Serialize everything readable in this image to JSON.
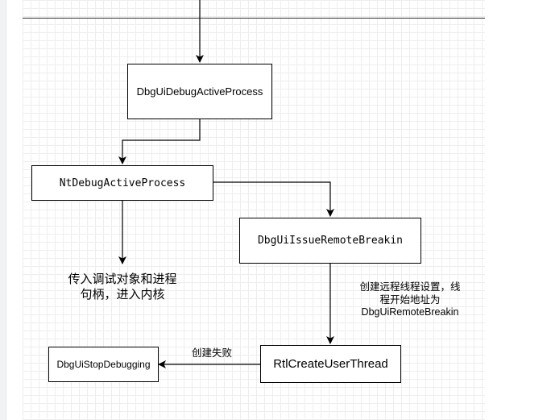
{
  "nodes": {
    "dbgui_debug_active_process": "DbgUiDebugActiveProcess",
    "nt_debug_active_process": "NtDebugActiveProcess",
    "dbgui_issue_remote_breakin": "DbgUiIssueRemoteBreakin",
    "rtl_create_user_thread": "RtlCreateUserThread",
    "dbgui_stop_debugging": "DbgUiStopDebugging"
  },
  "annotations": {
    "pass_handles": "传入调试对象和进程\n句柄，进入内核",
    "create_remote_thread": "创建远程线程设置，线\n程开始地址为\nDbgUiRemoteBreakin",
    "create_failed": "创建失败"
  },
  "colors": {
    "line": "#000000",
    "grid": "#eeeeee",
    "node_border": "#000000",
    "node_fill": "#ffffff"
  }
}
